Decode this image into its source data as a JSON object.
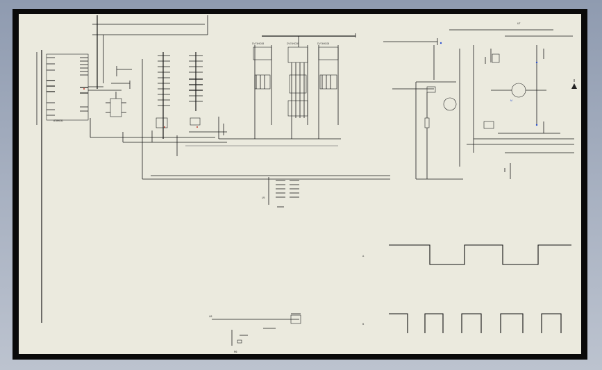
{
  "colors": {
    "desktop_top": "#8f9bb0",
    "desktop_bottom": "#bcc3cf",
    "frame": "#0a0a0a",
    "sheet": "#ebeade",
    "wire": "#1a1a1a",
    "accent_blue": "#2a4fd0",
    "accent_red": "#c0392b"
  },
  "schematic": {
    "top_right_ref": "U7",
    "bottom_ref": "U8",
    "center_ref": "U5",
    "relay_module_labels": [
      "DV74HC08",
      "DV74HC08",
      "DV74HC08"
    ],
    "waveform_1_marker": "A",
    "waveform_2_marker": "B",
    "mcu_ref": "AT89C51",
    "bottom_label": "R6"
  }
}
